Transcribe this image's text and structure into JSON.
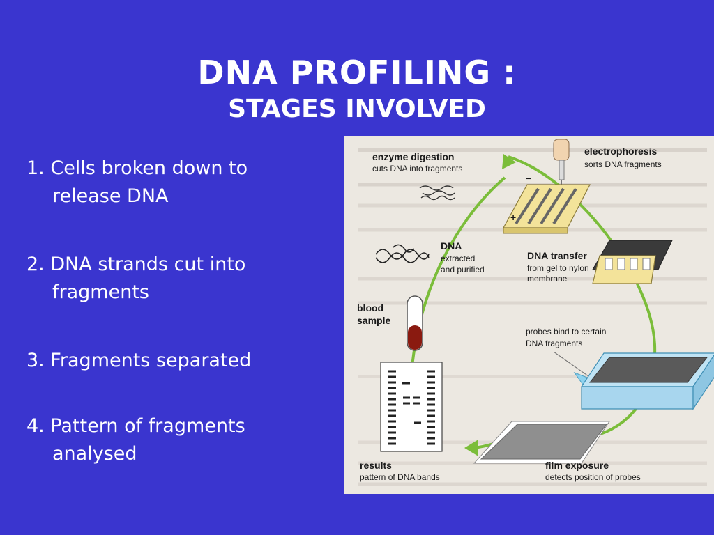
{
  "title": {
    "line1": "DNA PROFILING :",
    "line2": "STAGES INVOLVED"
  },
  "stages": [
    {
      "line1": "1. Cells broken down to",
      "line2": "release DNA"
    },
    {
      "line1": "2. DNA strands cut into",
      "line2": "fragments"
    },
    {
      "line1": "3. Fragments separated",
      "line2": ""
    },
    {
      "line1": "4. Pattern of fragments",
      "line2": "analysed"
    }
  ],
  "figure": {
    "enzyme": {
      "title": "enzyme digestion",
      "desc": "cuts DNA into fragments"
    },
    "electrophoresis": {
      "title": "electrophoresis",
      "desc": "sorts DNA fragments"
    },
    "dna": {
      "title": "DNA",
      "desc1": "extracted",
      "desc2": "and purified"
    },
    "transfer": {
      "title": "DNA transfer",
      "desc1": "from gel to nylon",
      "desc2": "membrane"
    },
    "blood": {
      "title1": "blood",
      "title2": "sample"
    },
    "probes": {
      "desc1": "probes bind to certain",
      "desc2": "DNA fragments"
    },
    "results": {
      "title": "results",
      "desc": "pattern of DNA bands"
    },
    "film": {
      "title": "film exposure",
      "desc": "detects position of probes"
    },
    "minus": "−",
    "plus": "+"
  },
  "colors": {
    "background": "#3a35cf",
    "text": "#ffffff",
    "arrow": "#7bbd3a",
    "gel": "#f3e39a",
    "blood": "#8a1a10"
  }
}
